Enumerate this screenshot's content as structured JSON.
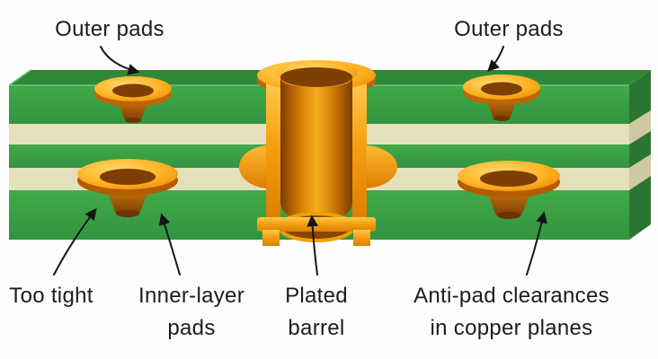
{
  "labels": {
    "outer_pads_left": "Outer pads",
    "outer_pads_right": "Outer pads",
    "too_tight": "Too tight",
    "inner_layer_line1": "Inner-layer",
    "inner_layer_line2": "pads",
    "plated_barrel_line1": "Plated",
    "plated_barrel_line2": "barrel",
    "anti_pad_line1": "Anti-pad clearances",
    "anti_pad_line2": "in copper planes"
  },
  "colors": {
    "background": "#fdfdfd",
    "board_green": "#3aa342",
    "board_green_top_face": "#2f8837",
    "board_green_side_face": "#2a7531",
    "dielectric_cream": "#ebe7c8",
    "dielectric_cream_side": "#cfc8a2",
    "copper_bright": "#ffc94e",
    "copper_mid": "#f7a013",
    "copper_dark": "#7e3f04",
    "label_text": "#1c1c1c"
  }
}
